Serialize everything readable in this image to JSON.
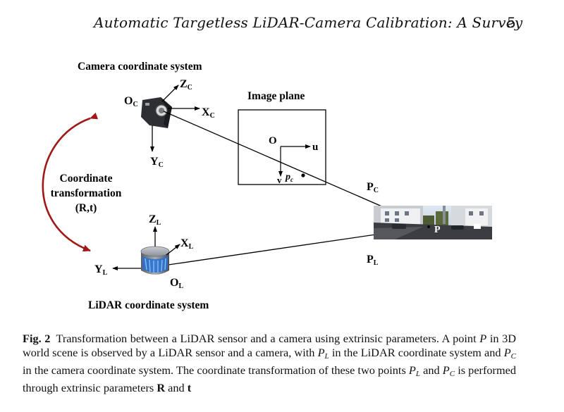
{
  "header": {
    "running_title": "Automatic Targetless LiDAR-Camera Calibration: A Survey",
    "page_number": "5"
  },
  "figure": {
    "camera_title": "Camera coordinate system",
    "lidar_title": "LiDAR coordinate system",
    "image_plane_label": "Image plane",
    "transform_line1": "Coordinate",
    "transform_line2": "transformation",
    "transform_line3": "(R,t)",
    "camera_axes": {
      "origin": "O",
      "origin_sub": "C",
      "x": "X",
      "x_sub": "C",
      "y": "Y",
      "y_sub": "C",
      "z": "Z",
      "z_sub": "C"
    },
    "lidar_axes": {
      "origin": "O",
      "origin_sub": "L",
      "x": "X",
      "x_sub": "L",
      "y": "Y",
      "y_sub": "L",
      "z": "Z",
      "z_sub": "L"
    },
    "image_axes": {
      "origin": "O",
      "u": "u",
      "v": "v",
      "point": "p",
      "point_sub": "c"
    },
    "pc_label": "P",
    "pc_sub": "C",
    "pl_label": "P",
    "pl_sub": "L",
    "scene_point": "P",
    "arrow_color": "#a01818"
  },
  "caption": {
    "label": "Fig. 2",
    "text_1": "Transformation between a LiDAR sensor and a camera using extrinsic parameters. A point ",
    "P": "P",
    "text_2": " in 3D world scene is observed by a LiDAR sensor and a camera, with ",
    "PL_base": "P",
    "PL_sub": "L",
    "text_3": " in the LiDAR coordinate system and ",
    "PC_base": "P",
    "PC_sub": "C",
    "text_4": " in the camera coordinate system. The coordinate transformation of these two points ",
    "PL2_base": "P",
    "PL2_sub": "L",
    "text_5": " and ",
    "PC2_base": "P",
    "PC2_sub": "C",
    "text_6": " is performed through extrinsic parameters ",
    "R": "R",
    "text_7": " and ",
    "t": "t"
  }
}
